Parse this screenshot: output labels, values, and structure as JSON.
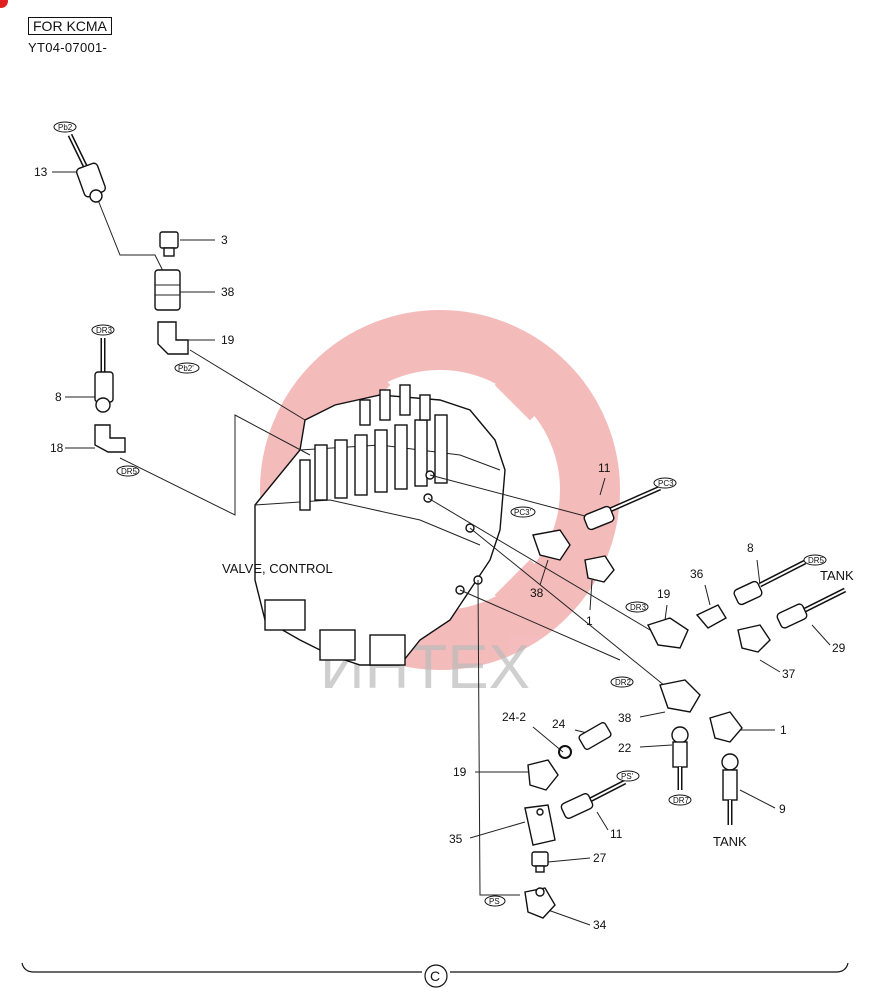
{
  "header": {
    "badge": "FOR KCMA",
    "serial": "YT04-07001-"
  },
  "main_label": "VALVE, CONTROL",
  "watermark": {
    "text": "ИНТЕХ",
    "color": "#f07070"
  },
  "footer_symbol": "C",
  "callouts": {
    "c13": "13",
    "c3": "3",
    "c38a": "38",
    "c19a": "19",
    "c8a": "8",
    "c18": "18",
    "c11a": "11",
    "c38b": "38",
    "c1a": "1",
    "c19b": "19",
    "c36": "36",
    "c8b": "8",
    "c29": "29",
    "c37": "37",
    "c24": "24",
    "c24_2": "24-2",
    "c38c": "38",
    "c22": "22",
    "c1b": "1",
    "c9": "9",
    "c19c": "19",
    "c11b": "11",
    "c35": "35",
    "c27": "27",
    "c34": "34"
  },
  "tags": {
    "t_pb2": "Pb2",
    "t_pb2p": "Pb2'",
    "t_dr3a": "DR3",
    "t_dr5a": "DR5",
    "t_pc3a": "PC3",
    "t_pc3b": "PC3'",
    "t_dr3b": "DR3",
    "t_dr5b": "DR5",
    "t_dr2": "DR2",
    "t_dr7": "DR7",
    "t_ps1": "PS'",
    "t_ps2": "PS"
  },
  "labels": {
    "tank1": "TANK",
    "tank2": "TANK"
  }
}
